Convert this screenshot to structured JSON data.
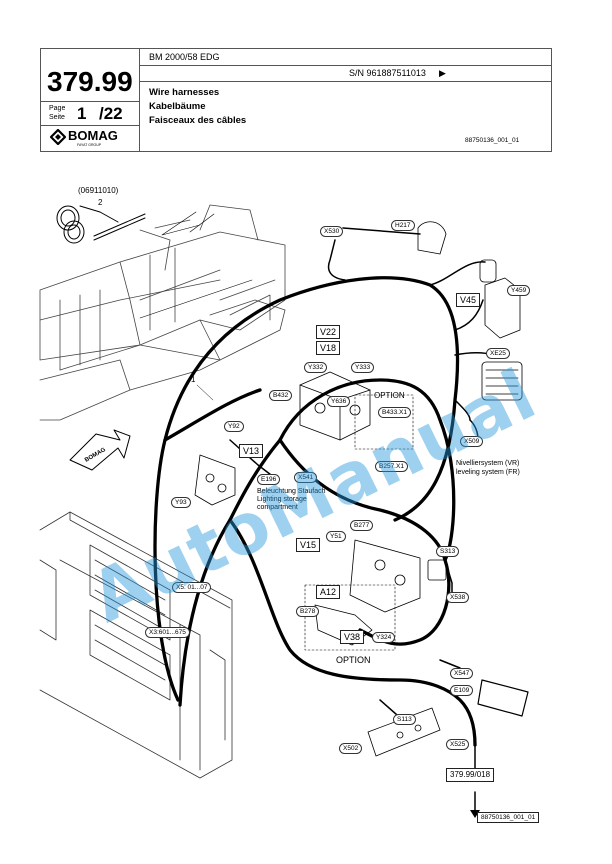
{
  "header": {
    "page_number": "379.99",
    "page_label_en": "Page",
    "page_label_de": "Seite",
    "page_index": "1",
    "page_total": "/22",
    "brand": "BOMAG",
    "brand_sub": "FAYAT GROUP",
    "model": "BM 2000/58 EDG",
    "serial": "S/N 961887511013",
    "serial_arrow": "▶",
    "title_en": "Wire harnesses",
    "title_de": "Kabelbäume",
    "title_fr": "Faisceaux des câbles",
    "drawing_number": "88750136_001_01"
  },
  "diagram": {
    "part_ref": "(06911010)",
    "item_2": "2",
    "item_1": "1",
    "arrow_brand": "BOMAG",
    "labels": {
      "x530": "X530",
      "h217": "H217",
      "v45": "V45",
      "y459": "Y459",
      "v22": "V22",
      "v18": "V18",
      "y332": "Y332",
      "y333": "Y333",
      "b432": "B432",
      "y636": "Y636",
      "option": "OPTION",
      "b433": "B433.X1",
      "xe25": "XE25",
      "y92": "Y92",
      "v13": "V13",
      "b257": "B257.X1",
      "x509": "X509",
      "e196": "E196",
      "x541": "X541",
      "y93": "Y93",
      "b277": "B277",
      "v15": "V15",
      "y51": "Y51",
      "s313": "S313",
      "x5": "X5: 01...07",
      "a12": "A12",
      "x538": "X538",
      "b278": "B278",
      "x3": "X3:601...675",
      "v38": "V38",
      "y324": "Y324",
      "option2": "OPTION",
      "x547": "X547",
      "e109": "E109",
      "s113": "S113",
      "x502": "X502",
      "x525": "X525",
      "ref_page": "379.99/018",
      "bottom_ref": "88750136_001_01"
    },
    "leveling_de": "Nivelliersystem (VR)",
    "leveling_en": "leveling system (FR)",
    "lighting_de": "Beleuchtung Staufach",
    "lighting_en1": "Lighting storage",
    "lighting_en2": "compartment"
  },
  "watermark": "AutoManual",
  "colors": {
    "watermark": "#2896dc",
    "line": "#000000"
  }
}
